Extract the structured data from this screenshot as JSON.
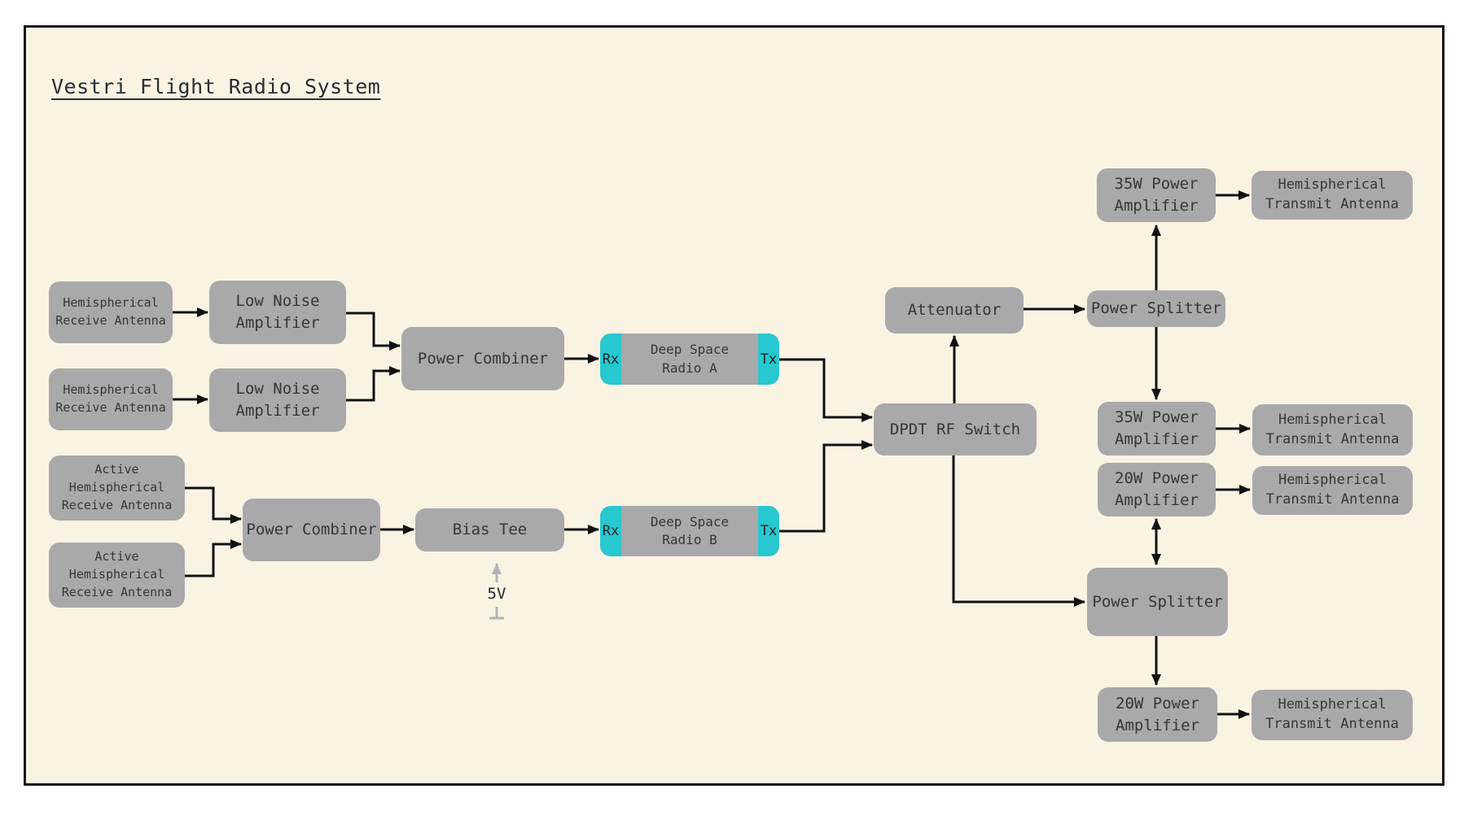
{
  "title": "Vestri Flight Radio System",
  "colors": {
    "canvas_background": "#faf3e4",
    "node_fill": "#a9a9a9",
    "port_fill": "#27c8cf",
    "wire": "#111111",
    "accent_gray": "#b3b3b3",
    "border": "#141414"
  },
  "nodes": {
    "hemi_rx_1": "Hemispherical\nReceive Antenna",
    "hemi_rx_2": "Hemispherical\nReceive Antenna",
    "lna_1": "Low Noise\nAmplifier",
    "lna_2": "Low Noise\nAmplifier",
    "power_combiner_a": "Power Combiner",
    "radio_a": {
      "label": "Deep Space\nRadio A",
      "rx": "Rx",
      "tx": "Tx"
    },
    "active_rx_1": "Active\nHemispherical\nReceive Antenna",
    "active_rx_2": "Active\nHemispherical\nReceive Antenna",
    "power_combiner_b": "Power Combiner",
    "bias_tee": "Bias Tee",
    "radio_b": {
      "label": "Deep Space\nRadio B",
      "rx": "Rx",
      "tx": "Tx"
    },
    "dpdt_switch": "DPDT RF Switch",
    "attenuator": "Attenuator",
    "splitter_top": "Power Splitter",
    "splitter_bottom": "Power Splitter",
    "pa_35_top": "35W Power\nAmplifier",
    "pa_35_mid": "35W Power\nAmplifier",
    "pa_20_mid": "20W Power\nAmplifier",
    "pa_20_bottom": "20W Power\nAmplifier",
    "tx_ant_top": "Hemispherical\nTransmit Antenna",
    "tx_ant_mid1": "Hemispherical\nTransmit Antenna",
    "tx_ant_mid2": "Hemispherical\nTransmit Antenna",
    "tx_ant_bottom": "Hemispherical\nTransmit Antenna"
  },
  "annotations": {
    "bias_voltage": "5V"
  }
}
